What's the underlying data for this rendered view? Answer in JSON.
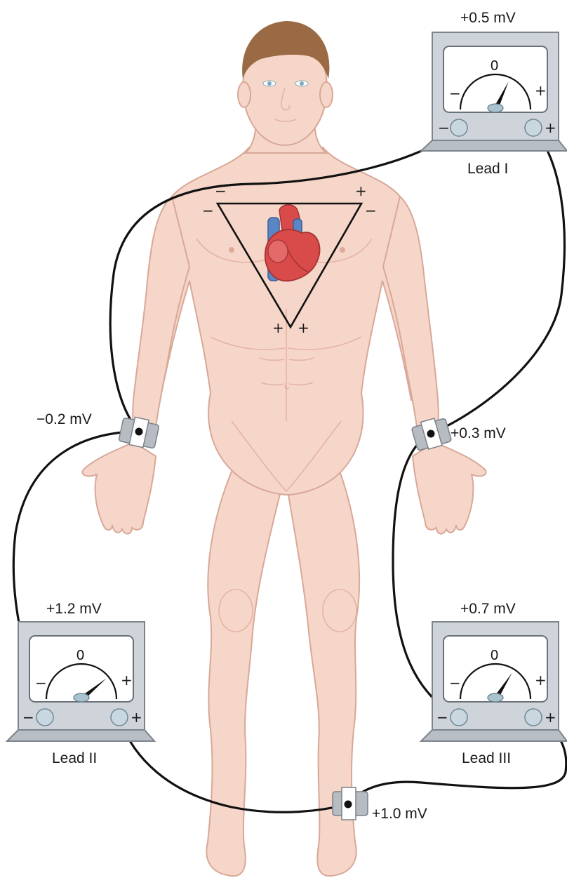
{
  "meters": {
    "lead_i": {
      "label": "Lead I",
      "reading": "+0.5 mV",
      "zero": "0",
      "minus": "−",
      "plus": "+",
      "needle_fraction": 0.64
    },
    "lead_ii": {
      "label": "Lead II",
      "reading": "+1.2 mV",
      "zero": "0",
      "minus": "−",
      "plus": "+",
      "needle_fraction": 0.78
    },
    "lead_iii": {
      "label": "Lead III",
      "reading": "+0.7 mV",
      "zero": "0",
      "minus": "−",
      "plus": "+",
      "needle_fraction": 0.68
    }
  },
  "electrodes": {
    "right_wrist": {
      "reading": "−0.2 mV"
    },
    "left_wrist": {
      "reading": "+0.3 mV"
    },
    "left_ankle": {
      "reading": "+1.0 mV"
    }
  },
  "triangle_signs": {
    "top_left_a": "−",
    "top_left_b": "−",
    "top_right_plus": "+",
    "top_right_minus": "−",
    "bottom_a": "+",
    "bottom_b": "+"
  },
  "colors": {
    "skin": "#f6d6c8",
    "meter_body": "#cfd4da",
    "meter_face": "#ffffff",
    "heart_red": "#d94a4a",
    "vessel_blue": "#5b86c6",
    "hair": "#9a6a44",
    "wire": "#111111"
  }
}
